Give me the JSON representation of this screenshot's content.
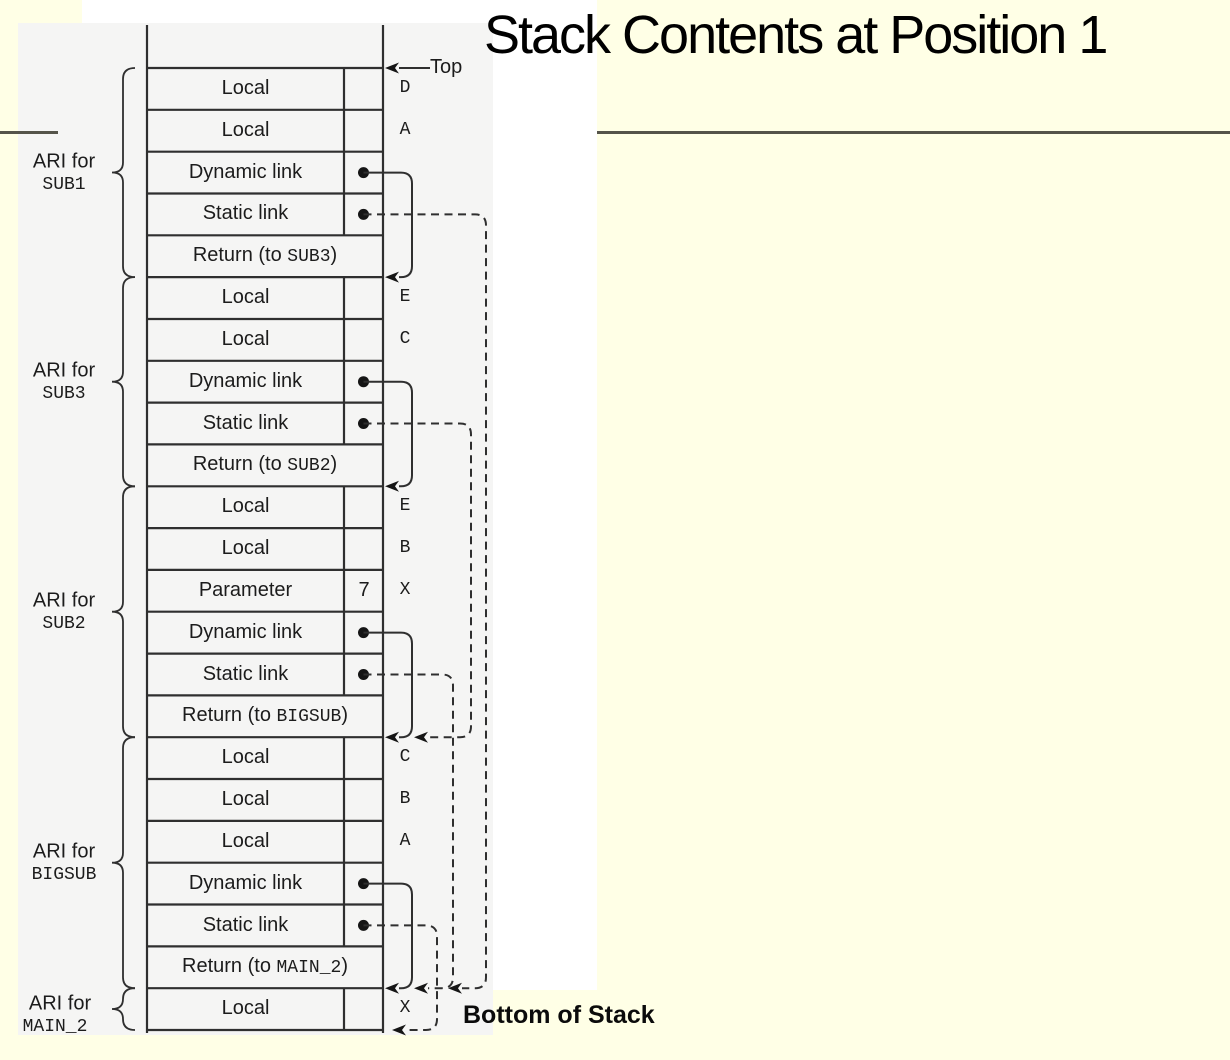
{
  "slide": {
    "title": "Stack Contents at Position 1",
    "bottom_label": "Bottom of Stack",
    "colors": {
      "background": "#FFFFE6",
      "figure_background": "#F5F5F4",
      "panel_white": "#FFFFFF",
      "line_ink": "#2F2F2F",
      "title_color": "#000000",
      "rule_color": "#55544A"
    }
  },
  "figure": {
    "top_label": "Top",
    "ari_groups": [
      {
        "prefix": "ARI for",
        "name": "SUB1"
      },
      {
        "prefix": "ARI for",
        "name": "SUB3"
      },
      {
        "prefix": "ARI for",
        "name": "SUB2"
      },
      {
        "prefix": "ARI for",
        "name": "BIGSUB"
      },
      {
        "prefix": "ARI for",
        "name": "MAIN_2"
      }
    ],
    "rows": [
      {
        "kind": "local",
        "label": "Local",
        "var": "D"
      },
      {
        "kind": "local",
        "label": "Local",
        "var": "A"
      },
      {
        "kind": "dynlink",
        "label": "Dynamic link"
      },
      {
        "kind": "statlink",
        "label": "Static link"
      },
      {
        "kind": "return",
        "prefix": "Return (to ",
        "target": "SUB3",
        "suffix": ")"
      },
      {
        "kind": "local",
        "label": "Local",
        "var": "E"
      },
      {
        "kind": "local",
        "label": "Local",
        "var": "C"
      },
      {
        "kind": "dynlink",
        "label": "Dynamic link"
      },
      {
        "kind": "statlink",
        "label": "Static link"
      },
      {
        "kind": "return",
        "prefix": "Return (to ",
        "target": "SUB2",
        "suffix": ")"
      },
      {
        "kind": "local",
        "label": "Local",
        "var": "E"
      },
      {
        "kind": "local",
        "label": "Local",
        "var": "B"
      },
      {
        "kind": "param",
        "label": "Parameter",
        "value": "7",
        "var": "X"
      },
      {
        "kind": "dynlink",
        "label": "Dynamic link"
      },
      {
        "kind": "statlink",
        "label": "Static link"
      },
      {
        "kind": "return",
        "prefix": "Return (to ",
        "target": "BIGSUB",
        "suffix": ")"
      },
      {
        "kind": "local",
        "label": "Local",
        "var": "C"
      },
      {
        "kind": "local",
        "label": "Local",
        "var": "B"
      },
      {
        "kind": "local",
        "label": "Local",
        "var": "A"
      },
      {
        "kind": "dynlink",
        "label": "Dynamic link"
      },
      {
        "kind": "statlink",
        "label": "Static link"
      },
      {
        "kind": "return",
        "prefix": "Return (to ",
        "target": "MAIN_2",
        "suffix": ")"
      },
      {
        "kind": "local",
        "label": "Local",
        "var": "X"
      }
    ]
  }
}
